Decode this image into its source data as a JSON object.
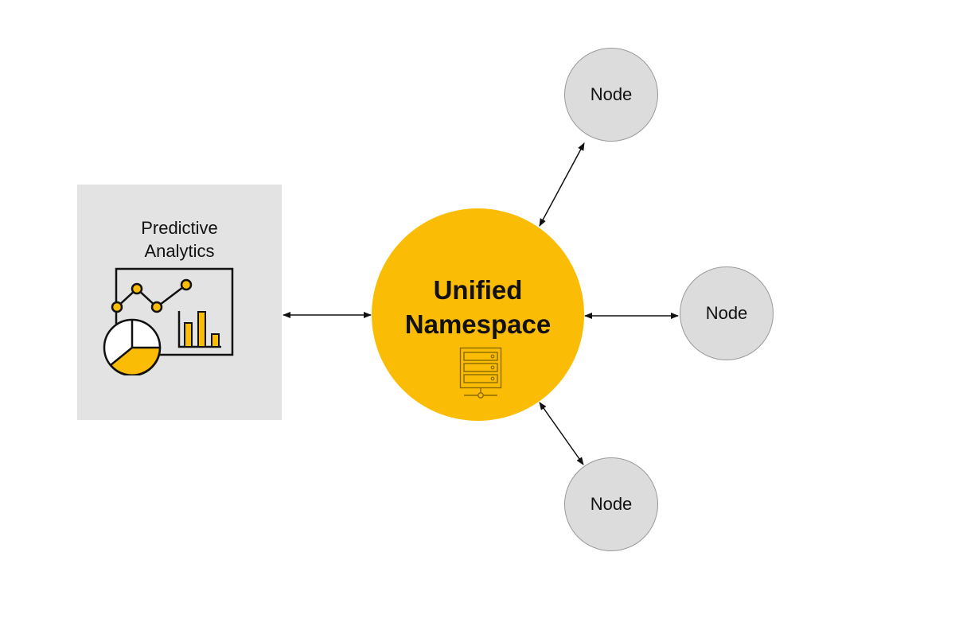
{
  "analytics": {
    "title_line1": "Predictive",
    "title_line2": "Analytics",
    "icon": "analytics-dashboard-icon"
  },
  "hub": {
    "title_line1": "Unified",
    "title_line2": "Namespace",
    "icon": "server-icon"
  },
  "nodes": [
    {
      "label": "Node"
    },
    {
      "label": "Node"
    },
    {
      "label": "Node"
    }
  ],
  "colors": {
    "accent": "#fbbc05",
    "panel": "#e3e3e3",
    "node_fill": "#dcdcdc",
    "node_border": "#9a9a9a",
    "text": "#111111"
  }
}
